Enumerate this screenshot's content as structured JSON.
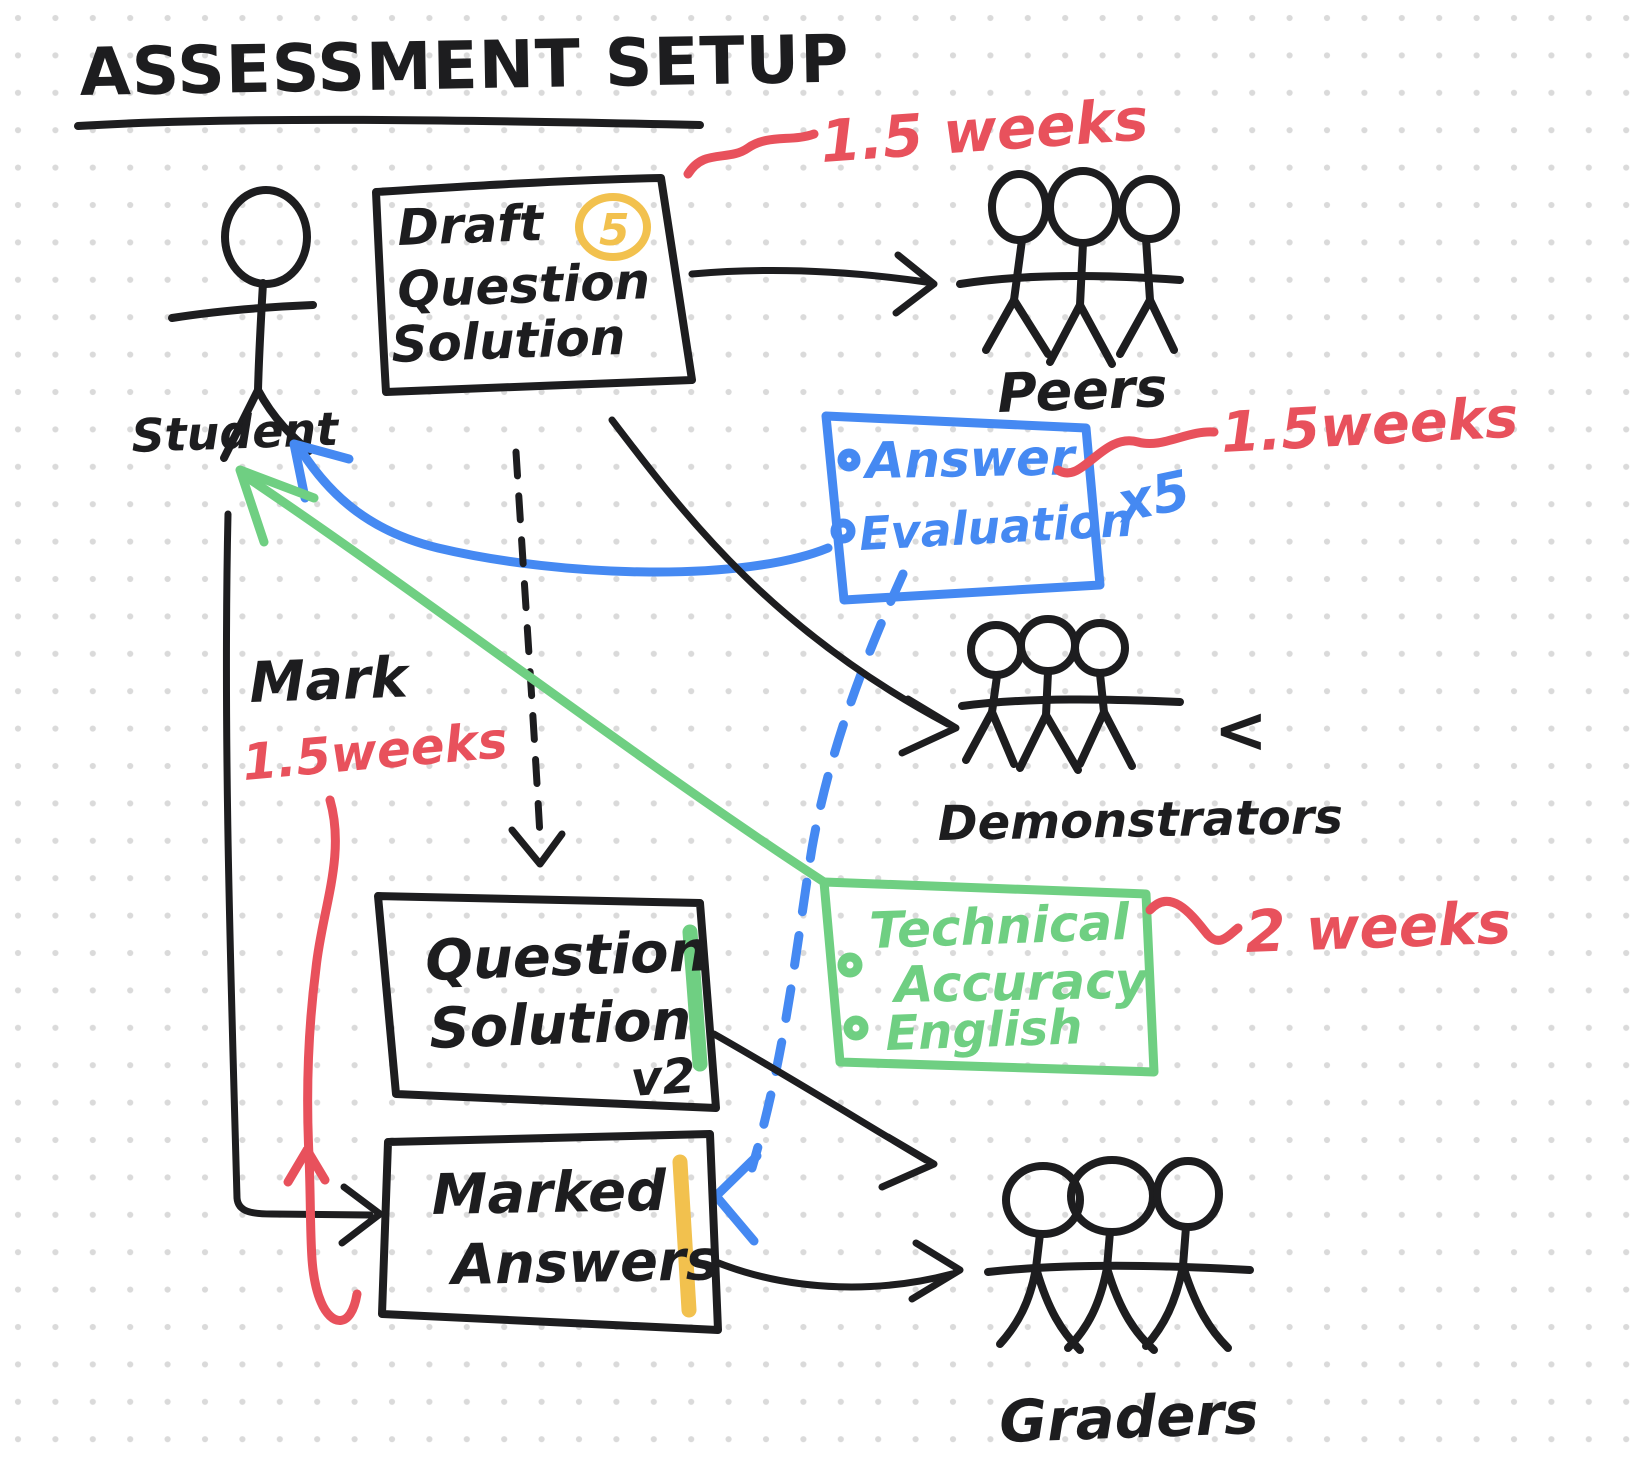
{
  "title": "ASSESSMENT SETUP",
  "nodes": {
    "student": {
      "label": "Student"
    },
    "draft_box": {
      "lines": [
        "Draft",
        "Question",
        "Solution"
      ],
      "badge": "5"
    },
    "peers": {
      "label": "Peers"
    },
    "answer_note": {
      "items": [
        "Answer",
        "Evaluation"
      ],
      "multiplier": "x5"
    },
    "demonstrators": {
      "label": "Demonstrators",
      "marker": "<"
    },
    "criteria_note": {
      "lines": [
        "Technical",
        "Accuracy",
        "English"
      ]
    },
    "question_v2_box": {
      "lines": [
        "Question",
        "Solution"
      ],
      "version": "v2"
    },
    "marked_answers_box": {
      "lines": [
        "Marked",
        "Answers"
      ]
    },
    "graders": {
      "label": "Graders"
    },
    "mark": {
      "label": "Mark"
    }
  },
  "annotations": {
    "draft_duration": "1.5 weeks",
    "peer_review_duration": "1.5weeks",
    "criteria_duration": "2 weeks",
    "mark_duration": "1.5weeks"
  },
  "colors": {
    "ink": "#1d1d1f",
    "red": "#e8515c",
    "blue": "#4589f2",
    "green": "#6fcf82",
    "yellow": "#f2c14e",
    "grid_dot": "#dadada"
  }
}
